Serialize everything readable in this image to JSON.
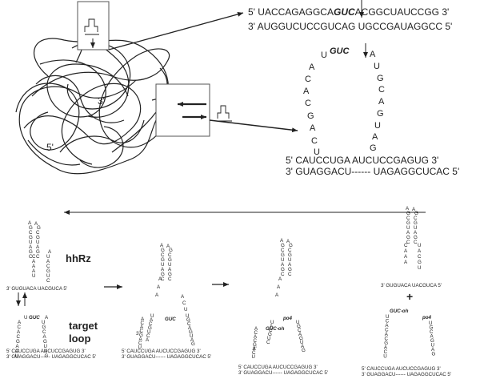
{
  "top": {
    "duplex_line1": [
      "5' UACCAGAGGCA",
      "GUC",
      "ACGGCUAUCCGG 3'"
    ],
    "duplex_line2": "3' AUGGUCUCCGUCAG UGCCGAUAGGCC 5'",
    "prime3": "3'",
    "prime5": "5'",
    "loop": {
      "top_left": "U",
      "guc": "GUC",
      "top_right": "A",
      "left": [
        "A",
        "C",
        "A",
        "C",
        "G",
        "A",
        "C",
        "U"
      ],
      "right": [
        "U",
        "G",
        "C",
        "A",
        "G",
        "U",
        "A",
        "G"
      ],
      "line1": "5' CAUCCUGA         AUCUCCGAGUG 3'",
      "line2": "3' GUAGGACU------ UAGAGGCUCAC  5'"
    }
  },
  "bottom": {
    "hhrz_label": "hhRz",
    "target_label": "target",
    "loop_label": "loop",
    "stem_top": [
      "A",
      "A",
      "G",
      "C",
      "G",
      "U",
      "A",
      "G",
      "C"
    ],
    "hhrz_line": "3' GUGUACA     UACGUCA 5'",
    "guc_oh": "GUC",
    "oh": "-oh",
    "po4": "po4",
    "plus": "+",
    "target_line1": "5' CAUCCUGA     AUCUCCGAGUG 3'",
    "target_line2": "3' GUAGGACU------ UAGAGGCUCAC  5'",
    "three_prime": "3'"
  }
}
